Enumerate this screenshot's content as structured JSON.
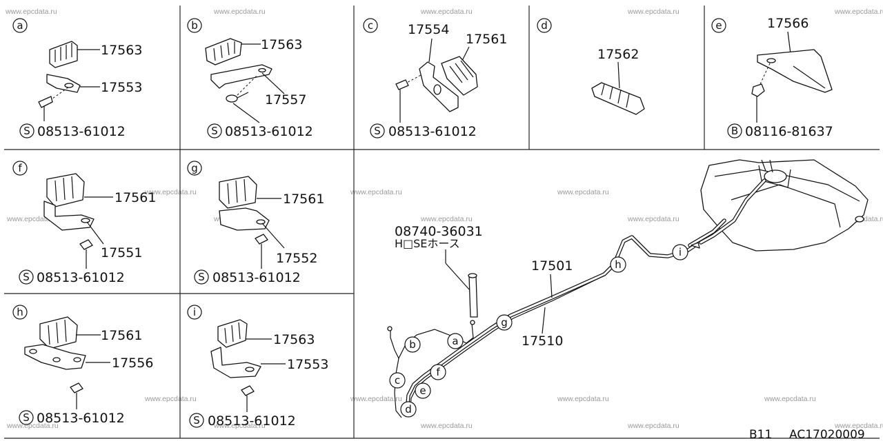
{
  "panels": [
    {
      "letter": "a",
      "parts": [
        "17563",
        "17553"
      ],
      "fastener": {
        "prefix": "S",
        "number": "08513-61012"
      }
    },
    {
      "letter": "b",
      "parts": [
        "17563",
        "17557"
      ],
      "fastener": {
        "prefix": "S",
        "number": "08513-61012"
      }
    },
    {
      "letter": "c",
      "parts": [
        "17554",
        "17561"
      ],
      "fastener": {
        "prefix": "S",
        "number": "08513-61012"
      }
    },
    {
      "letter": "d",
      "parts": [
        "17562"
      ]
    },
    {
      "letter": "e",
      "parts": [
        "17566"
      ],
      "fastener": {
        "prefix": "B",
        "number": "08116-81637"
      }
    },
    {
      "letter": "f",
      "parts": [
        "17561",
        "17551"
      ],
      "fastener": {
        "prefix": "S",
        "number": "08513-61012"
      }
    },
    {
      "letter": "g",
      "parts": [
        "17561",
        "17552"
      ],
      "fastener": {
        "prefix": "S",
        "number": "08513-61012"
      }
    },
    {
      "letter": "h",
      "parts": [
        "17561",
        "17556"
      ],
      "fastener": {
        "prefix": "S",
        "number": "08513-61012"
      }
    },
    {
      "letter": "i",
      "parts": [
        "17563",
        "17553"
      ],
      "fastener": {
        "prefix": "S",
        "number": "08513-61012"
      }
    }
  ],
  "main": {
    "hose_part": "08740-36031",
    "hose_label": "H□SEホース",
    "tube_parts": [
      "17501",
      "17510"
    ],
    "clip_letters": [
      "a",
      "b",
      "c",
      "d",
      "e",
      "f",
      "g",
      "h",
      "i"
    ]
  },
  "watermark": "www.epcdata.ru",
  "footer": {
    "model": "B11",
    "code": "AC17020009"
  }
}
